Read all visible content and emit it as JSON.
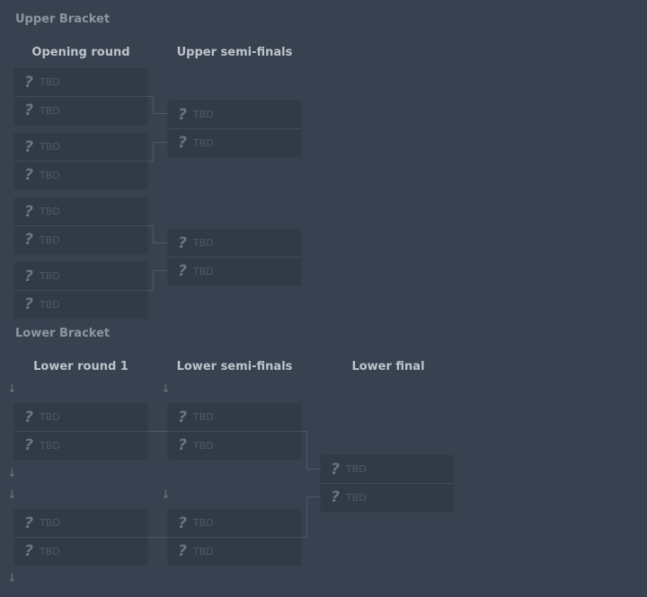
{
  "upper": {
    "title": "Upper Bracket",
    "rounds": [
      "Opening round",
      "Upper semi-finals"
    ],
    "matches": [
      {
        "round": 0,
        "slots": [
          {
            "icon": "?",
            "name": "TBD"
          },
          {
            "icon": "?",
            "name": "TBD"
          }
        ]
      },
      {
        "round": 0,
        "slots": [
          {
            "icon": "?",
            "name": "TBD"
          },
          {
            "icon": "?",
            "name": "TBD"
          }
        ]
      },
      {
        "round": 0,
        "slots": [
          {
            "icon": "?",
            "name": "TBD"
          },
          {
            "icon": "?",
            "name": "TBD"
          }
        ]
      },
      {
        "round": 0,
        "slots": [
          {
            "icon": "?",
            "name": "TBD"
          },
          {
            "icon": "?",
            "name": "TBD"
          }
        ]
      },
      {
        "round": 1,
        "slots": [
          {
            "icon": "?",
            "name": "TBD"
          },
          {
            "icon": "?",
            "name": "TBD"
          }
        ]
      },
      {
        "round": 1,
        "slots": [
          {
            "icon": "?",
            "name": "TBD"
          },
          {
            "icon": "?",
            "name": "TBD"
          }
        ]
      }
    ]
  },
  "lower": {
    "title": "Lower Bracket",
    "rounds": [
      "Lower round 1",
      "Lower semi-finals",
      "Lower final"
    ],
    "matches": [
      {
        "round": 0,
        "slots": [
          {
            "icon": "?",
            "name": "TBD"
          },
          {
            "icon": "?",
            "name": "TBD"
          }
        ]
      },
      {
        "round": 0,
        "slots": [
          {
            "icon": "?",
            "name": "TBD"
          },
          {
            "icon": "?",
            "name": "TBD"
          }
        ]
      },
      {
        "round": 1,
        "slots": [
          {
            "icon": "?",
            "name": "TBD"
          },
          {
            "icon": "?",
            "name": "TBD"
          }
        ]
      },
      {
        "round": 1,
        "slots": [
          {
            "icon": "?",
            "name": "TBD"
          },
          {
            "icon": "?",
            "name": "TBD"
          }
        ]
      },
      {
        "round": 2,
        "slots": [
          {
            "icon": "?",
            "name": "TBD"
          },
          {
            "icon": "?",
            "name": "TBD"
          }
        ]
      }
    ],
    "drop_arrow_icon": "down-arrow-icon",
    "drop_arrow_glyph": "↓"
  },
  "placeholder_icon": "question-mark-icon",
  "colors": {
    "background": "#38414f",
    "match": "#323a46",
    "connector": "#4e5866"
  }
}
